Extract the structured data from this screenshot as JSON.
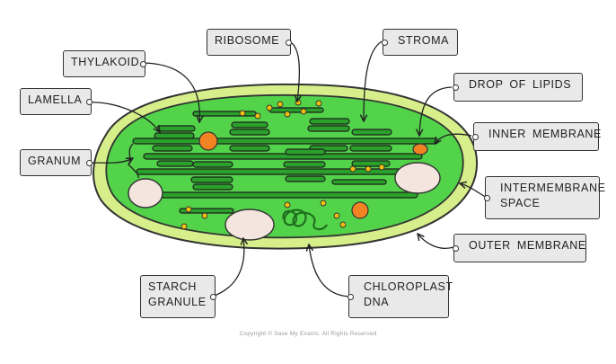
{
  "colors": {
    "outer_membrane": "#d6ef8a",
    "stroma": "#53d34a",
    "thylakoid": "#2aa12a",
    "lipid_drop": "#f28322",
    "ribosome": "#f4c10f",
    "starch": "#f4e6de",
    "label_fill": "#e9e9e9",
    "outline": "#333333"
  },
  "labels": {
    "thylakoid": [
      "THYLAKOID"
    ],
    "ribosome": [
      "RIBOSOME"
    ],
    "stroma": [
      "STROMA"
    ],
    "lamella": [
      "LAMELLA"
    ],
    "drop_of_lipids": [
      "DROP OF LIPIDS"
    ],
    "inner_membrane": [
      "INNER MEMBRANE"
    ],
    "granum": [
      "GRANUM"
    ],
    "intermembrane_space": [
      "INTERMEMBRANE",
      "SPACE"
    ],
    "outer_membrane": [
      "OUTER MEMBRANE"
    ],
    "starch_granule": [
      "STARCH",
      "GRANULE"
    ],
    "chloroplast_dna": [
      "CHLOROPLAST",
      "DNA"
    ]
  },
  "copyright": "Copyright © Save My Exams. All Rights Reserved"
}
